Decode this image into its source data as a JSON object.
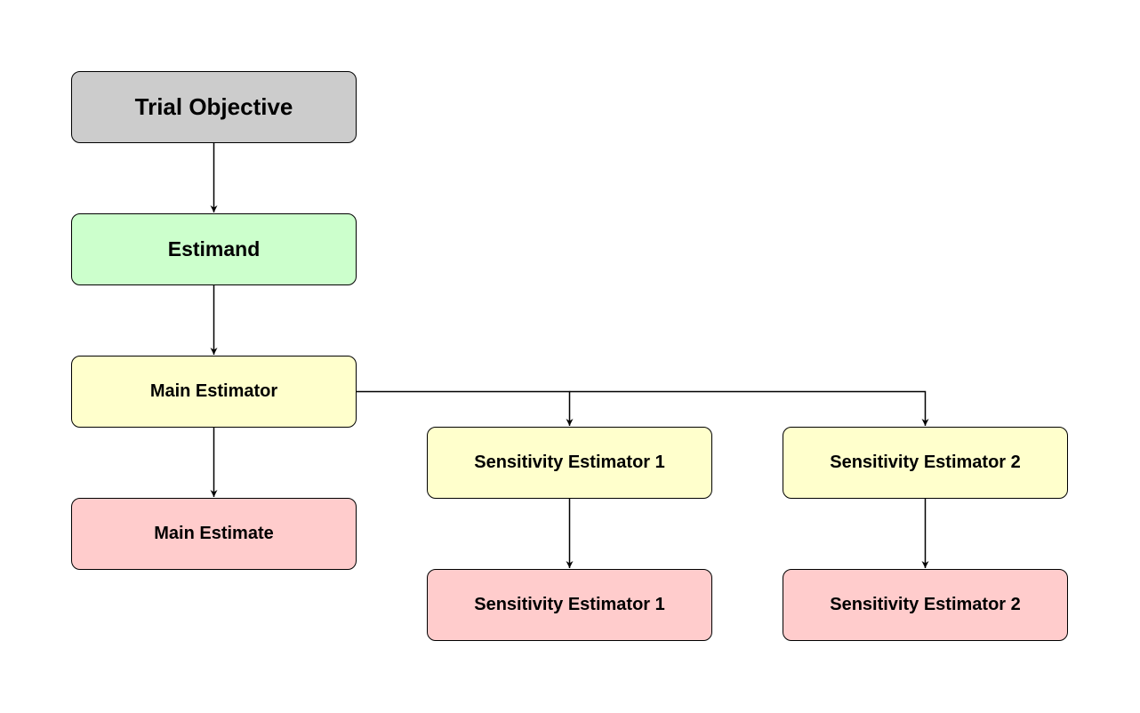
{
  "colors": {
    "objective": "#cccccc",
    "estimand": "#ccffcc",
    "estimator": "#ffffcc",
    "estimate": "#ffcccc",
    "stroke": "#000000"
  },
  "nodes": {
    "objective": "Trial Objective",
    "estimand": "Estimand",
    "main_estimator": "Main Estimator",
    "main_estimate": "Main Estimate",
    "sensitivity_estimator_1": "Sensitivity Estimator 1",
    "sensitivity_estimator_2": "Sensitivity Estimator 2",
    "sensitivity_result_1": "Sensitivity Estimator 1",
    "sensitivity_result_2": "Sensitivity Estimator 2"
  },
  "edges": [
    {
      "from": "objective",
      "to": "estimand"
    },
    {
      "from": "estimand",
      "to": "main_estimator"
    },
    {
      "from": "main_estimator",
      "to": "main_estimate"
    },
    {
      "from": "main_estimator",
      "to": "sensitivity_estimator_1"
    },
    {
      "from": "main_estimator",
      "to": "sensitivity_estimator_2"
    },
    {
      "from": "sensitivity_estimator_1",
      "to": "sensitivity_result_1"
    },
    {
      "from": "sensitivity_estimator_2",
      "to": "sensitivity_result_2"
    }
  ]
}
